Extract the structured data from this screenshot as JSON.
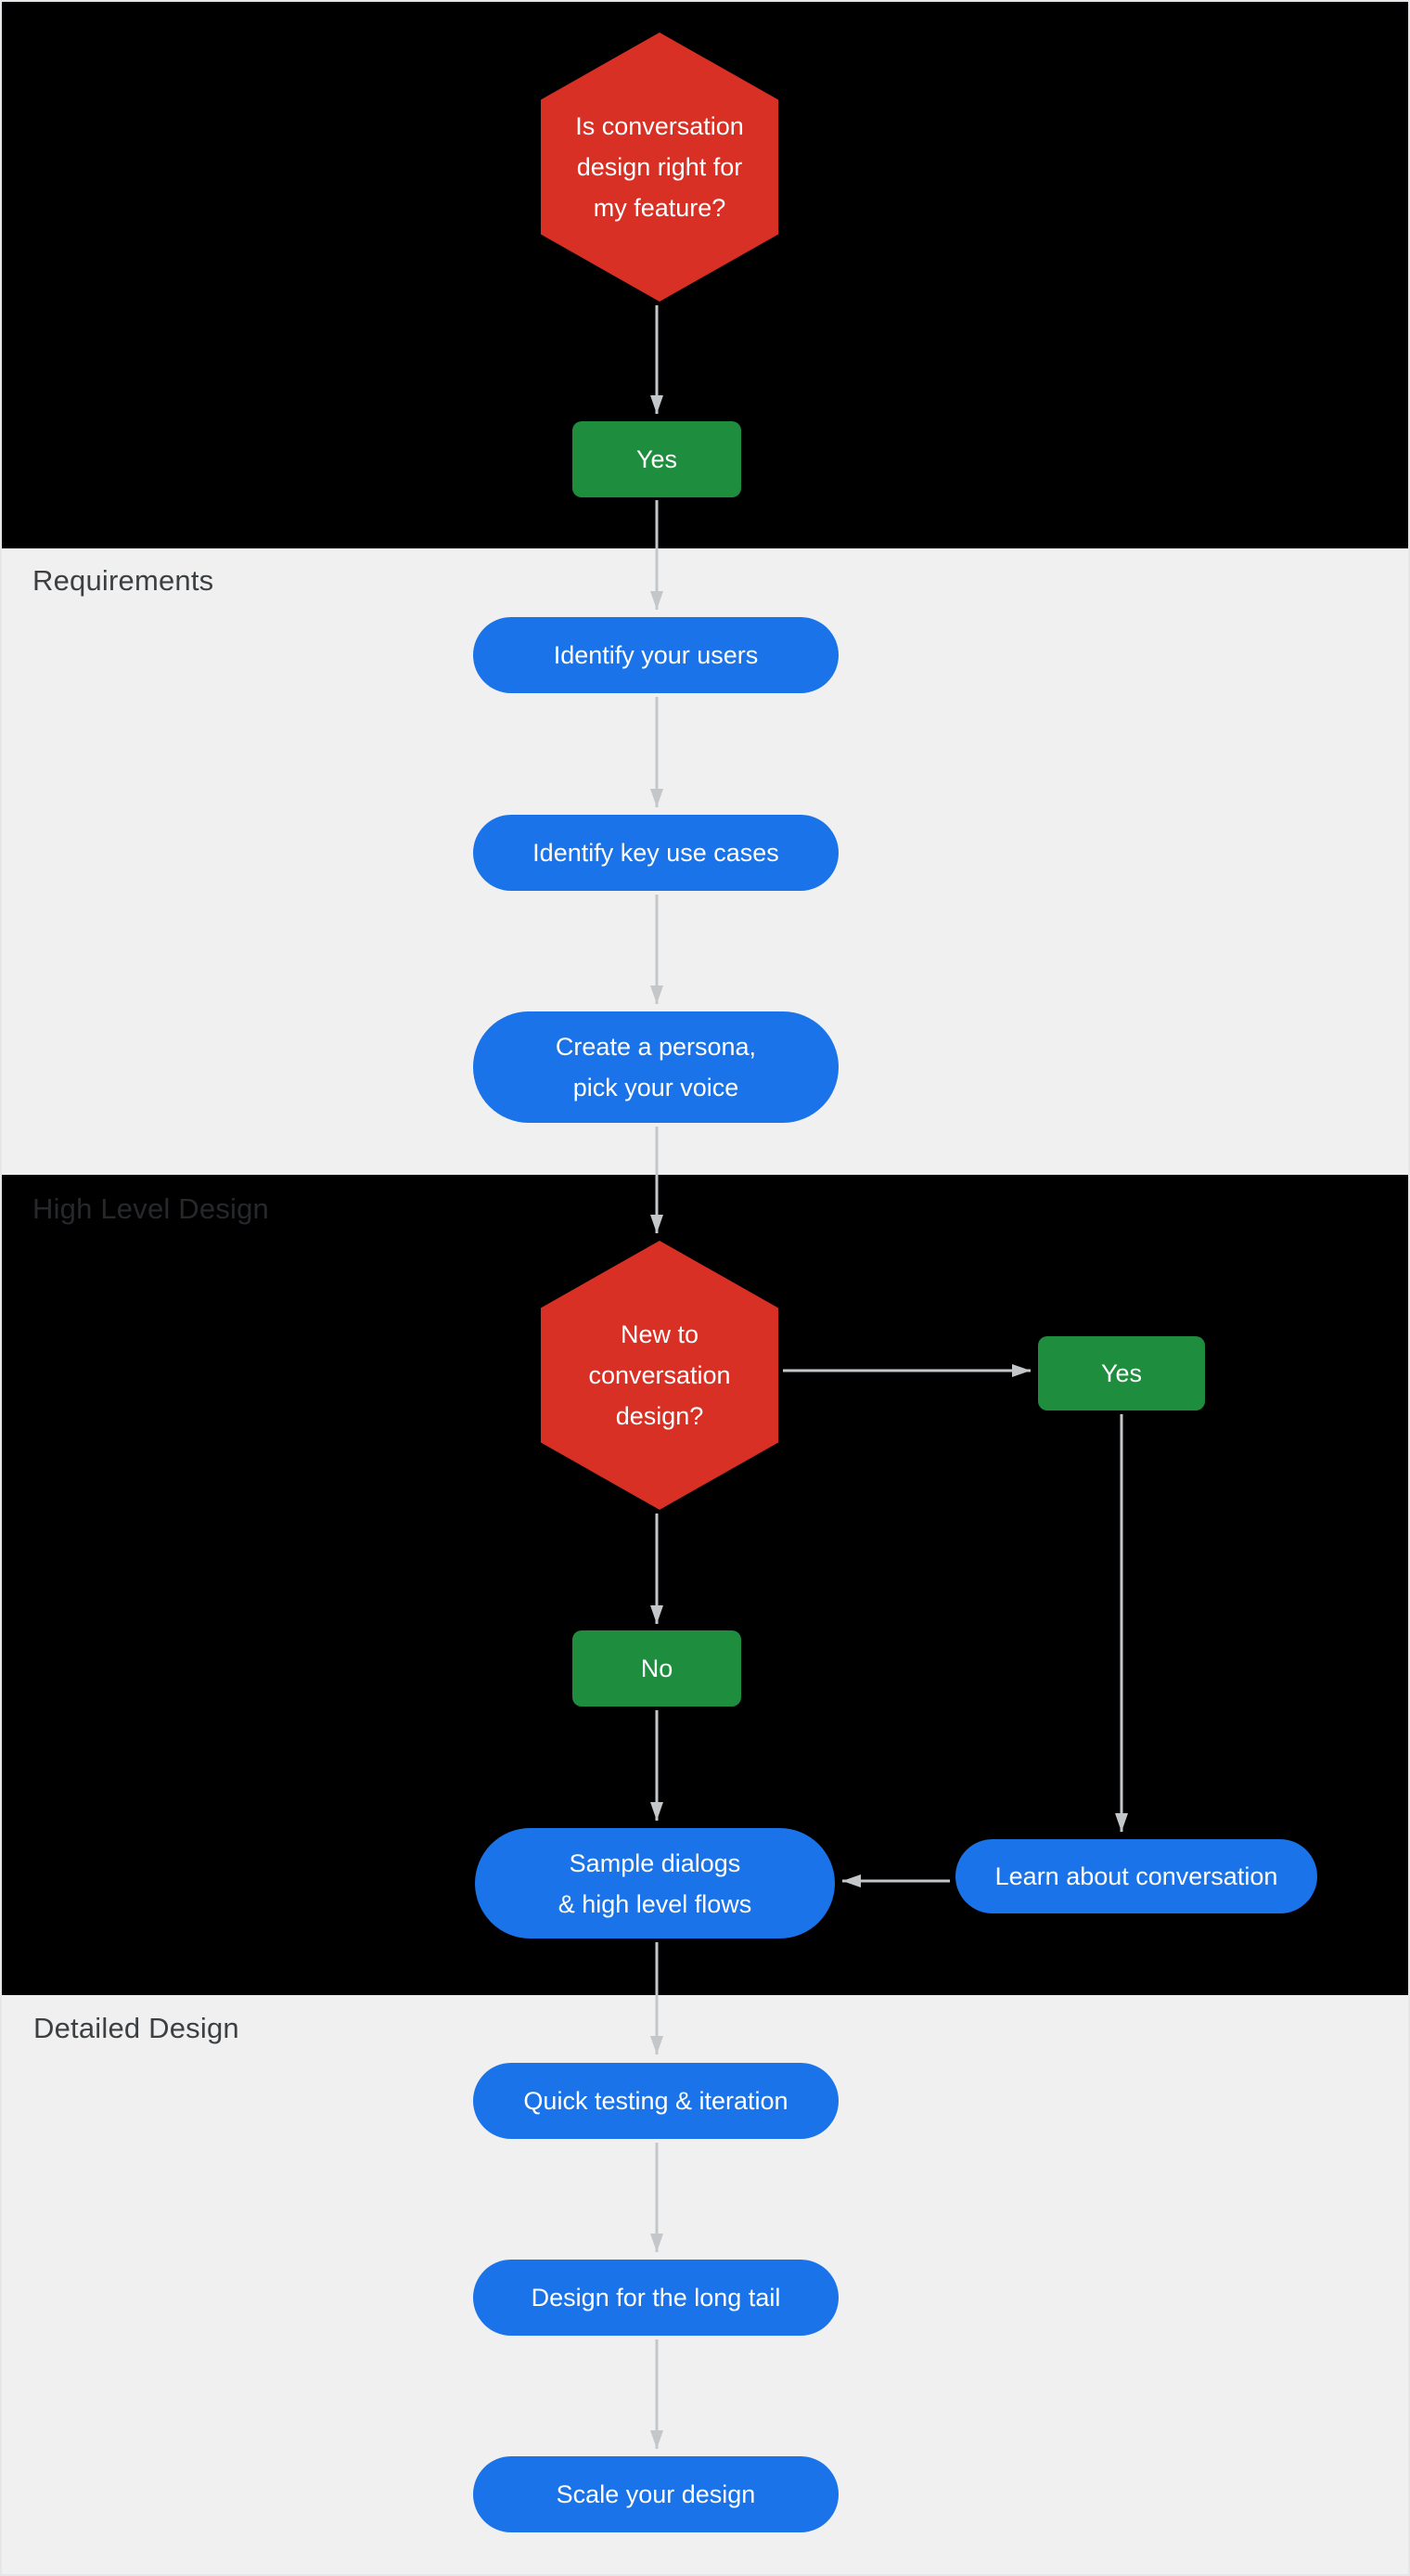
{
  "colors": {
    "decision_red": "#d93025",
    "answer_green": "#1e8e3e",
    "process_blue": "#1a73e8",
    "arrow_gray": "#c4c7ca",
    "section_dark_bg": "#000000",
    "section_light_bg": "#f0f0f0",
    "label_light_section": "#3c4043",
    "label_dark_section": "#26282b"
  },
  "sections": {
    "requirements": {
      "label": "Requirements"
    },
    "high_level_design": {
      "label": "High Level Design"
    },
    "detailed_design": {
      "label": "Detailed Design"
    }
  },
  "nodes": {
    "q1": {
      "type": "decision",
      "text": "Is conversation\ndesign right for\nmy feature?"
    },
    "yes1": {
      "type": "answer",
      "text": "Yes"
    },
    "identify_users": {
      "type": "process",
      "text": "Identify your users"
    },
    "key_use_cases": {
      "type": "process",
      "text": "Identify key use cases"
    },
    "persona": {
      "type": "process",
      "text": "Create a persona,\npick your voice"
    },
    "q2": {
      "type": "decision",
      "text": "New to\nconversation\ndesign?"
    },
    "yes2": {
      "type": "answer",
      "text": "Yes"
    },
    "no": {
      "type": "answer",
      "text": "No"
    },
    "sample_dialogs": {
      "type": "process",
      "text": "Sample dialogs\n& high level flows"
    },
    "learn": {
      "type": "process",
      "text": "Learn about conversation"
    },
    "quick_testing": {
      "type": "process",
      "text": "Quick testing & iteration"
    },
    "long_tail": {
      "type": "process",
      "text": "Design for the long tail"
    },
    "scale": {
      "type": "process",
      "text": "Scale your design"
    }
  }
}
